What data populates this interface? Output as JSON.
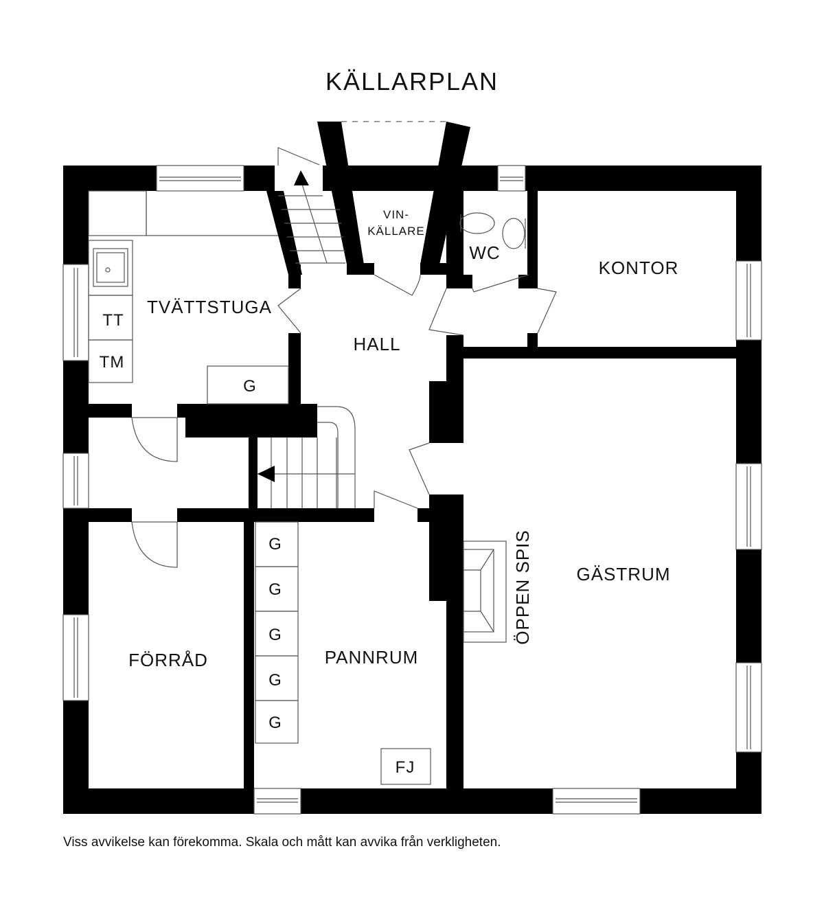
{
  "title": "KÄLLARPLAN",
  "rooms": {
    "tvattstuga": "TVÄTTSTUGA",
    "vinkallare_1": "VIN-",
    "vinkallare_2": "KÄLLARE",
    "wc": "WC",
    "kontor": "KONTOR",
    "hall": "HALL",
    "gastrum": "GÄSTRUM",
    "pannrum": "PANNRUM",
    "forrad": "FÖRRÅD",
    "oppen_spis": "ÖPPEN SPIS"
  },
  "fixtures": {
    "tt": "TT",
    "tm": "TM",
    "g": "G",
    "fj": "FJ"
  },
  "footer": "Viss avvikelse kan förekomma. Skala och mått kan avvika från verkligheten."
}
